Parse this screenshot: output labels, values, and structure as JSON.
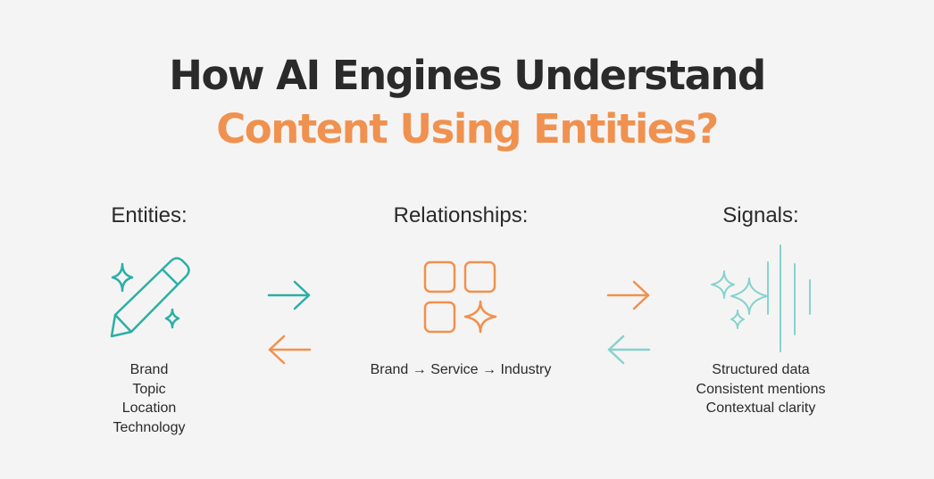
{
  "title": {
    "line1": "How AI Engines Understand",
    "line2": "Content Using Entities?"
  },
  "colors": {
    "dark": "#2b2a2a",
    "orange": "#f0914f",
    "teal": "#2ab0a6",
    "light_teal": "#86d3cd",
    "background": "#f5f4f4"
  },
  "columns": {
    "entities": {
      "heading": "Entities:",
      "icon": "pencil-sparkle-icon",
      "items": [
        "Brand",
        "Topic",
        "Location",
        "Technology"
      ]
    },
    "relationships": {
      "heading": "Relationships:",
      "icon": "grid-sparkle-icon",
      "chain": "Brand → Service → Industry"
    },
    "signals": {
      "heading": "Signals:",
      "icon": "sparkles-lines-icon",
      "items": [
        "Structured data",
        "Consistent mentions",
        "Contextual clarity"
      ]
    }
  },
  "connectors": {
    "left": [
      "arrow-right-icon",
      "arrow-left-icon"
    ],
    "right": [
      "arrow-right-icon",
      "arrow-left-icon"
    ]
  }
}
